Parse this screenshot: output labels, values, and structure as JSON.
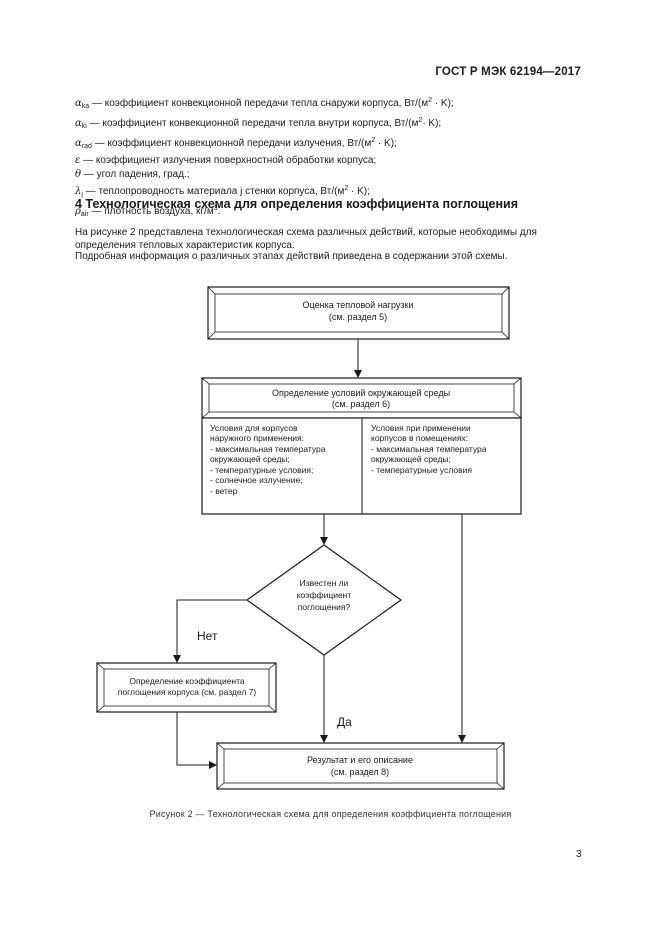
{
  "header": {
    "standard": "ГОСТ Р МЭК 62194—2017"
  },
  "definitions": [
    {
      "symbol": "α",
      "sub": "ka",
      "text": " — коэффициент конвекционной передачи тепла снаружи корпуса, Вт/(м",
      "sup": "2",
      "tail": " · K);"
    },
    {
      "symbol": "α",
      "sub": "ki",
      "text": " — коэффициент конвекционной передачи тепла внутри корпуса, Вт/(м",
      "sup": "2",
      "tail": "· K);"
    },
    {
      "symbol": "α",
      "sub": "rad",
      "text": " — коэффициент конвекционной передачи излучения, Вт/(м",
      "sup": "2",
      "tail": " · K);"
    },
    {
      "symbol": "ε",
      "sub": "",
      "text": " — коэффициент излучения поверхностной обработки корпуса;",
      "sup": "",
      "tail": ""
    },
    {
      "symbol": "θ",
      "sub": "",
      "text": " — угол падения, град.;",
      "sup": "",
      "tail": ""
    },
    {
      "symbol": "λ",
      "sub": "j",
      "text": " — теплопроводность материала j стенки корпуса, Вт/(м",
      "sup": "2",
      "tail": " · K);"
    },
    {
      "symbol": "ρ",
      "sub": "air",
      "text": " — плотность воздуха, кг/м",
      "sup": "3",
      "tail": "."
    }
  ],
  "section": {
    "title": "4  Технологическая схема для определения коэффициента поглощения"
  },
  "paragraphs": {
    "p1": "На рисунке 2 представлена технологическая схема различных действий, которые необходимы для определения тепловых характеристик корпуса.",
    "p2": "Подробная информация о различных этапах действий приведена в содержании этой схемы."
  },
  "flowchart": {
    "box1": {
      "line1": "Оценка тепловой нагрузки",
      "line2": "(см. раздел 5)"
    },
    "box2": {
      "line1": "Определение условий окружающей среды",
      "line2": "(см. раздел 6)"
    },
    "outdoor": [
      "Условия для корпусов",
      "наружного применения:",
      "- максимальная температура",
      "окружающей среды;",
      "- температурные условия;",
      "- солнечное излучение;",
      "- ветер"
    ],
    "indoor": [
      "Условия при применении",
      "корпусов в помещениях:",
      "- максимальная температура",
      "окружающей среды;",
      "- температурные условия"
    ],
    "decision": [
      "Известен ли",
      "коэффициент",
      "поглощения?"
    ],
    "no_label": "Нет",
    "yes_label": "Да",
    "box3": {
      "line1": "Определение коэффициента",
      "line2": "поглощения корпуса (см. раздел 7)"
    },
    "box4": {
      "line1": "Результат и его описание",
      "line2": "(см. раздел 8)"
    }
  },
  "caption": "Рисунок 2 — Технологическая схема для определения коэффициента поглощения",
  "page_number": "3"
}
